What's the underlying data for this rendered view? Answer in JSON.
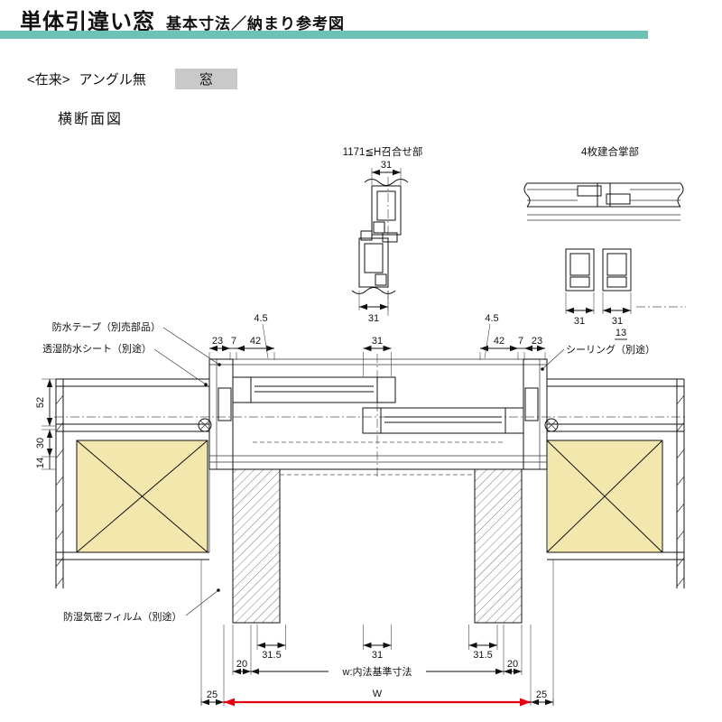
{
  "colors": {
    "accent_bar": "#6cc2b5",
    "wall_fill": "#f4e7ae",
    "arrow_red": "#e60012",
    "badge_bg": "#c9c9c9"
  },
  "header": {
    "title": "単体引違い窓",
    "subtitle": "基本寸法／納まり参考図"
  },
  "subheader": {
    "tag": "<在来>",
    "angle": "アングル無",
    "window": "窓"
  },
  "view": {
    "title": "横断面図"
  },
  "details": {
    "meeting_section_label": "1171≦H召合せ部",
    "four_panel_label": "4枚建合掌部"
  },
  "callouts": {
    "waterproof_tape": "防水テープ（別売部品）",
    "breathable_sheet": "透湿防水シート（別途）",
    "sealing": "シーリング（別途）",
    "moisture_film": "防湿気密フィルム（別途）"
  },
  "dimensions": {
    "top_detail_upper": "31",
    "top_detail_lower": "31",
    "right_detail_left": "31",
    "right_detail_right": "31",
    "right_detail_gap": "13",
    "gap_left": "4.5",
    "gap_right": "4.5",
    "frame_left_23": "23",
    "frame_left_7": "7",
    "frame_left_42": "42",
    "frame_center_31": "31",
    "frame_right_42": "42",
    "frame_right_7": "7",
    "frame_right_23": "23",
    "wall_52": "52",
    "wall_30": "30",
    "wall_14": "14",
    "sill_left_315": "31.5",
    "sill_center_31": "31",
    "sill_right_315": "31.5",
    "inner_left_20": "20",
    "inner_width_label": "w:内法基準寸法",
    "inner_right_20": "20",
    "outer_left_25": "25",
    "outer_width_label": "W",
    "outer_right_25": "25"
  }
}
